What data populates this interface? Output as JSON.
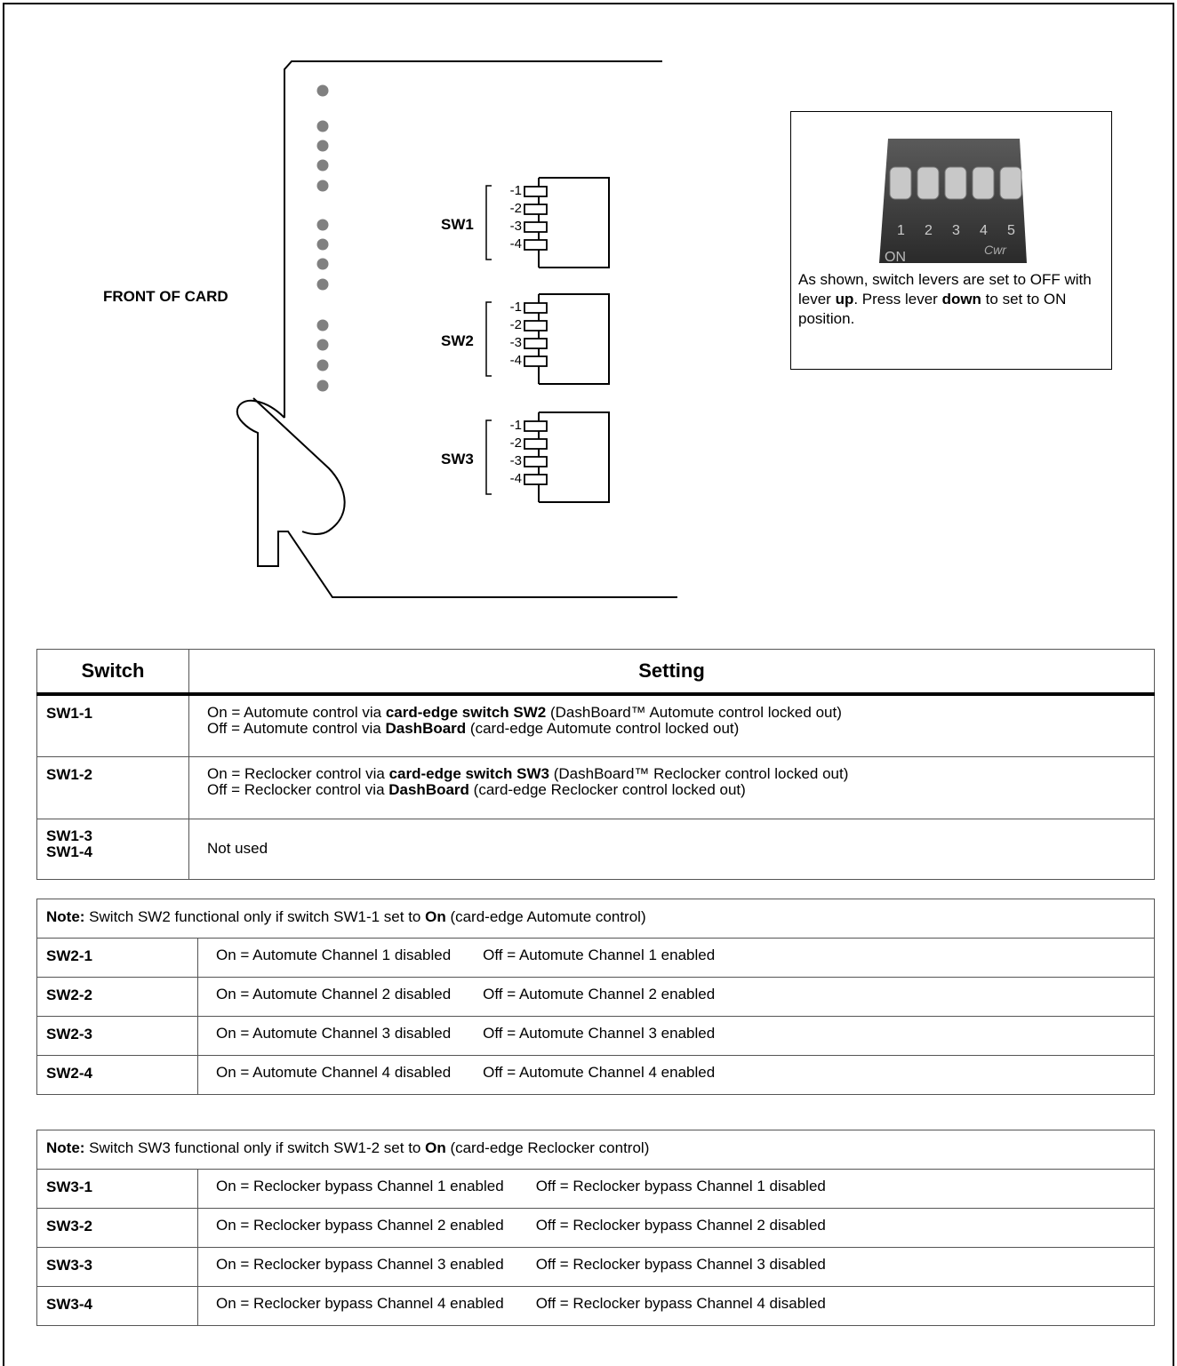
{
  "diagram": {
    "front_label": "FRONT OF CARD",
    "switches": [
      {
        "name": "SW1",
        "positions": [
          "-1",
          "-2",
          "-3",
          "-4"
        ]
      },
      {
        "name": "SW2",
        "positions": [
          "-1",
          "-2",
          "-3",
          "-4"
        ]
      },
      {
        "name": "SW3",
        "positions": [
          "-1",
          "-2",
          "-3",
          "-4"
        ]
      }
    ],
    "dip_photo": {
      "numbers": [
        "1",
        "2",
        "3",
        "4",
        "5"
      ],
      "on_text": "ON",
      "brand_text": "Cwr"
    },
    "caption": {
      "part1": "As shown, switch levers are set to OFF with lever ",
      "bold1": "up",
      "part2": ". Press lever ",
      "bold2": "down",
      "part3": " to set to ON position."
    }
  },
  "table1": {
    "headers": [
      "Switch",
      "Setting"
    ],
    "rows": [
      {
        "key": "SW1-1",
        "line1_a": "On = Automute control via ",
        "line1_b": "card-edge switch SW2",
        "line1_c": " (DashBoard™ Automute control locked out)",
        "line2_a": "Off = Automute control via ",
        "line2_b": "DashBoard",
        "line2_c": " (card-edge Automute control locked out)"
      },
      {
        "key": "SW1-2",
        "line1_a": "On = Reclocker control via ",
        "line1_b": "card-edge switch SW3",
        "line1_c": " (DashBoard™ Reclocker control locked out)",
        "line2_a": "Off = Reclocker control via ",
        "line2_b": "DashBoard",
        "line2_c": " (card-edge Reclocker control locked out)"
      }
    ],
    "unused": {
      "key1": "SW1-3",
      "key2": "SW1-4",
      "value": "Not used"
    }
  },
  "table2": {
    "note_label": "Note:",
    "note_a": " Switch SW2 functional only if switch SW1-1 set to ",
    "note_b": "On",
    "note_c": " (card-edge Automute control)",
    "rows": [
      {
        "key": "SW2-1",
        "on": "On = Automute Channel 1 disabled",
        "off": "Off = Automute Channel 1 enabled"
      },
      {
        "key": "SW2-2",
        "on": "On = Automute Channel 2 disabled",
        "off": "Off = Automute Channel 2 enabled"
      },
      {
        "key": "SW2-3",
        "on": "On = Automute Channel 3 disabled",
        "off": "Off = Automute Channel 3 enabled"
      },
      {
        "key": "SW2-4",
        "on": "On = Automute Channel 4 disabled",
        "off": "Off = Automute Channel 4 enabled"
      }
    ]
  },
  "table3": {
    "note_label": "Note:",
    "note_a": " Switch SW3 functional only if switch SW1-2 set to ",
    "note_b": "On",
    "note_c": " (card-edge Reclocker control)",
    "rows": [
      {
        "key": "SW3-1",
        "on": "On = Reclocker bypass Channel 1 enabled",
        "off": "Off = Reclocker bypass Channel 1 disabled"
      },
      {
        "key": "SW3-2",
        "on": "On = Reclocker bypass Channel 2 enabled",
        "off": "Off = Reclocker bypass Channel 2 disabled"
      },
      {
        "key": "SW3-3",
        "on": "On = Reclocker bypass Channel 3 enabled",
        "off": "Off = Reclocker bypass Channel 3 disabled"
      },
      {
        "key": "SW3-4",
        "on": "On = Reclocker bypass Channel 4 enabled",
        "off": "Off = Reclocker bypass Channel 4 disabled"
      }
    ]
  }
}
